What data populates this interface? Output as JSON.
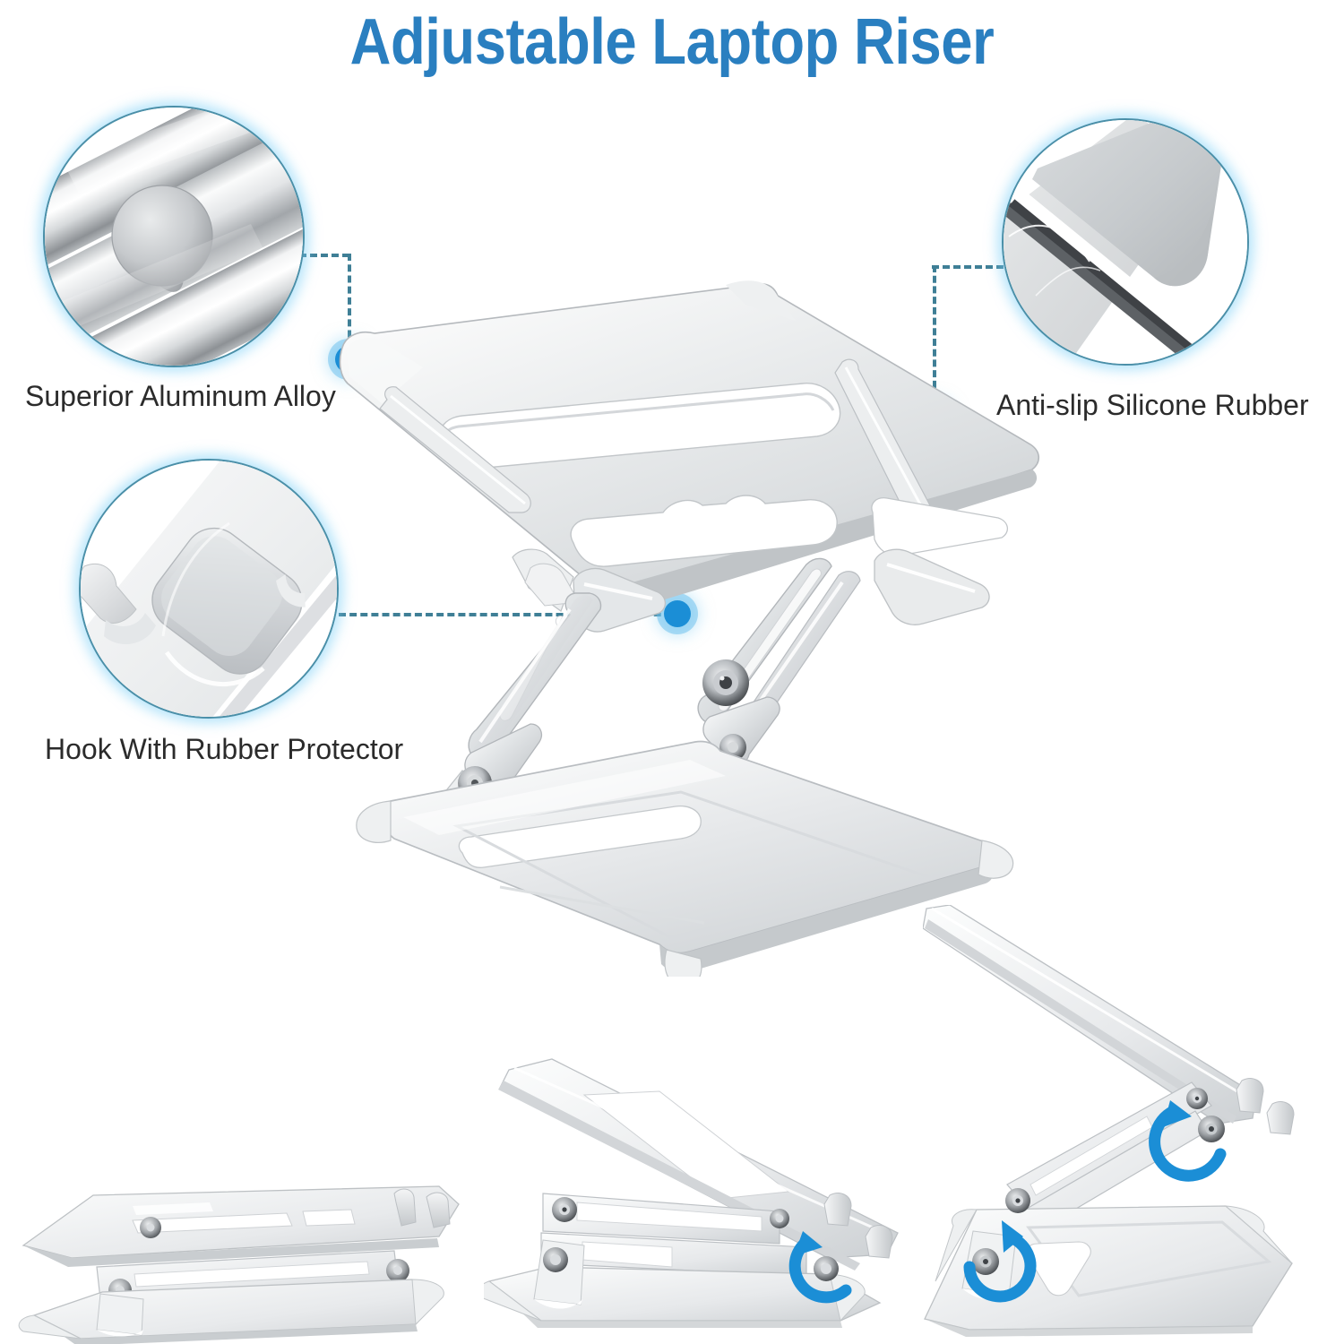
{
  "page": {
    "background_color": "#ffffff",
    "accent_color": "#2a7fc0",
    "hotspot_color": "#1b8ed6",
    "connector_color": "#3f7f96",
    "metal_light": "#f4f5f6",
    "metal_mid": "#d8dadc",
    "metal_dark": "#aeb2b6"
  },
  "header": {
    "title": "Adjustable Laptop Riser"
  },
  "features": [
    {
      "id": "aluminum-alloy",
      "label": "Superior Aluminum Alloy",
      "icon": "aluminum-billets-photo",
      "hotspot": "top-left-corner-of-riser-plate"
    },
    {
      "id": "silicone-rubber",
      "label": "Anti-slip Silicone Rubber",
      "icon": "silicone-strip-closeup-photo",
      "hotspot": "right-side-rail-of-riser-plate"
    },
    {
      "id": "hook-protector",
      "label": "Hook With Rubber Protector",
      "icon": "hook-rubber-protector-closeup-photo",
      "hotspot": "front-hook-of-riser-plate"
    }
  ],
  "main_product": {
    "name": "adjustable-laptop-riser-hero-view",
    "description": "Silver aluminum laptop riser shown raised on scissor arms above its base plate"
  },
  "height_stages": [
    {
      "id": "stage-folded",
      "name": "riser-folded-flat",
      "arrows": 0
    },
    {
      "id": "stage-mid",
      "name": "riser-mid-height",
      "arrows": 1
    },
    {
      "id": "stage-high",
      "name": "riser-maximum-height",
      "arrows": 2
    }
  ]
}
